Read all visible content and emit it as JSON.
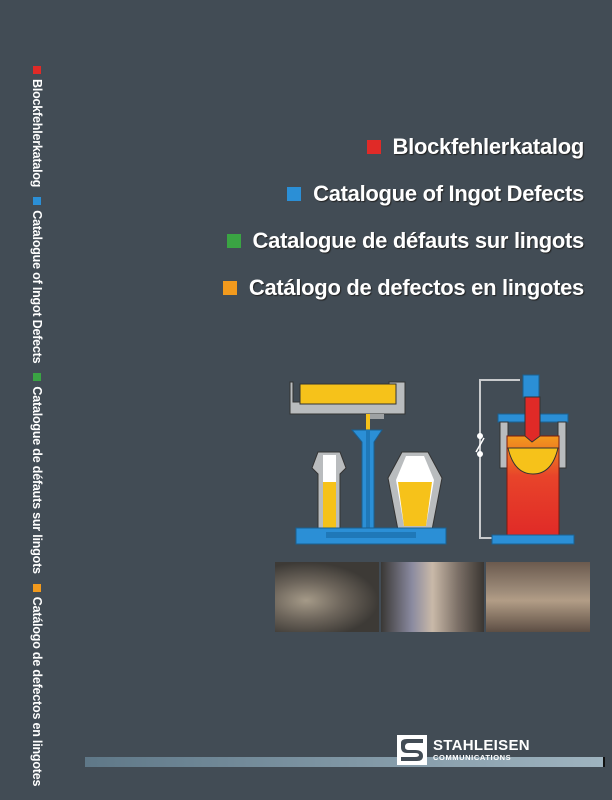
{
  "titles": [
    {
      "label": "Blockfehlerkatalog",
      "color": "#e02a27"
    },
    {
      "label": "Catalogue of Ingot Defects",
      "color": "#2b8fd6"
    },
    {
      "label": "Catalogue de défauts sur lingots",
      "color": "#3aa443"
    },
    {
      "label": "Catálogo de defectos en lingotes",
      "color": "#f29a1d"
    }
  ],
  "publisher": {
    "name": "STAHLEISEN",
    "sub": "COMMUNICATIONS",
    "icon": "stahleisen-logo"
  },
  "illustrations": [
    "ingot-casting-diagram",
    "electroslag-remelting-diagram"
  ],
  "photos": [
    "ingot-defect-photo-1",
    "ingot-defect-photo-2",
    "ingot-defect-photo-3"
  ]
}
